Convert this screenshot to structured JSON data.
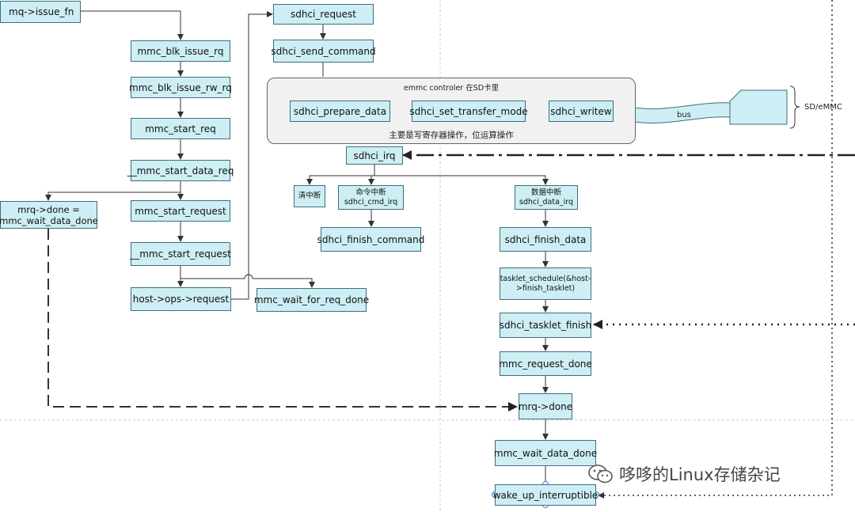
{
  "nodes": {
    "issue_fn": "mq->issue_fn",
    "blk_issue_rq": "mmc_blk_issue_rq",
    "blk_issue_rw_rq": "mmc_blk_issue_rw_rq",
    "start_req": "mmc_start_req",
    "start_data_req": "__mmc_start_data_req",
    "mrq_done_assign": "mrq->done = mmc_wait_data_done",
    "start_request": "mmc_start_request",
    "start_request2": "__mmc_start_request",
    "host_ops_request": "host->ops->request",
    "wait_for_req_done": "mmc_wait_for_req_done",
    "sdhci_request": "sdhci_request",
    "send_command": "sdhci_send_command",
    "prepare_data": "sdhci_prepare_data",
    "set_transfer_mode": "sdhci_set_transfer_mode",
    "writew": "sdhci_writew",
    "sdhci_irq": "sdhci_irq",
    "clear_irq": "清中断",
    "cmd_irq": "命令中断 sdhci_cmd_irq",
    "data_irq": "数据中断 sdhci_data_irq",
    "finish_command": "sdhci_finish_command",
    "finish_data": "sdhci_finish_data",
    "tasklet_schedule": "tasklet_schedule(&host->finish_tasklet)",
    "tasklet_finish": "sdhci_tasklet_finish",
    "request_done": "mmc_request_done",
    "mrq_done": "mrq->done",
    "wait_data_done": "mmc_wait_data_done",
    "wake_up": "wake_up_interruptible"
  },
  "controller": {
    "title": "emmc controler 在SD卡里",
    "note": "主要是写寄存器操作，位运算操作"
  },
  "labels": {
    "bus": "bus",
    "sd_emmc": "SD/eMMC"
  },
  "watermark": {
    "text": "哆哆的Linux存储杂记",
    "icon": "wechat-icon"
  },
  "colors": {
    "node_fill": "#cdeef4",
    "node_border": "#3f6f7a",
    "controller_fill": "#f1f1f1",
    "grid_line": "#c8c8c8"
  }
}
